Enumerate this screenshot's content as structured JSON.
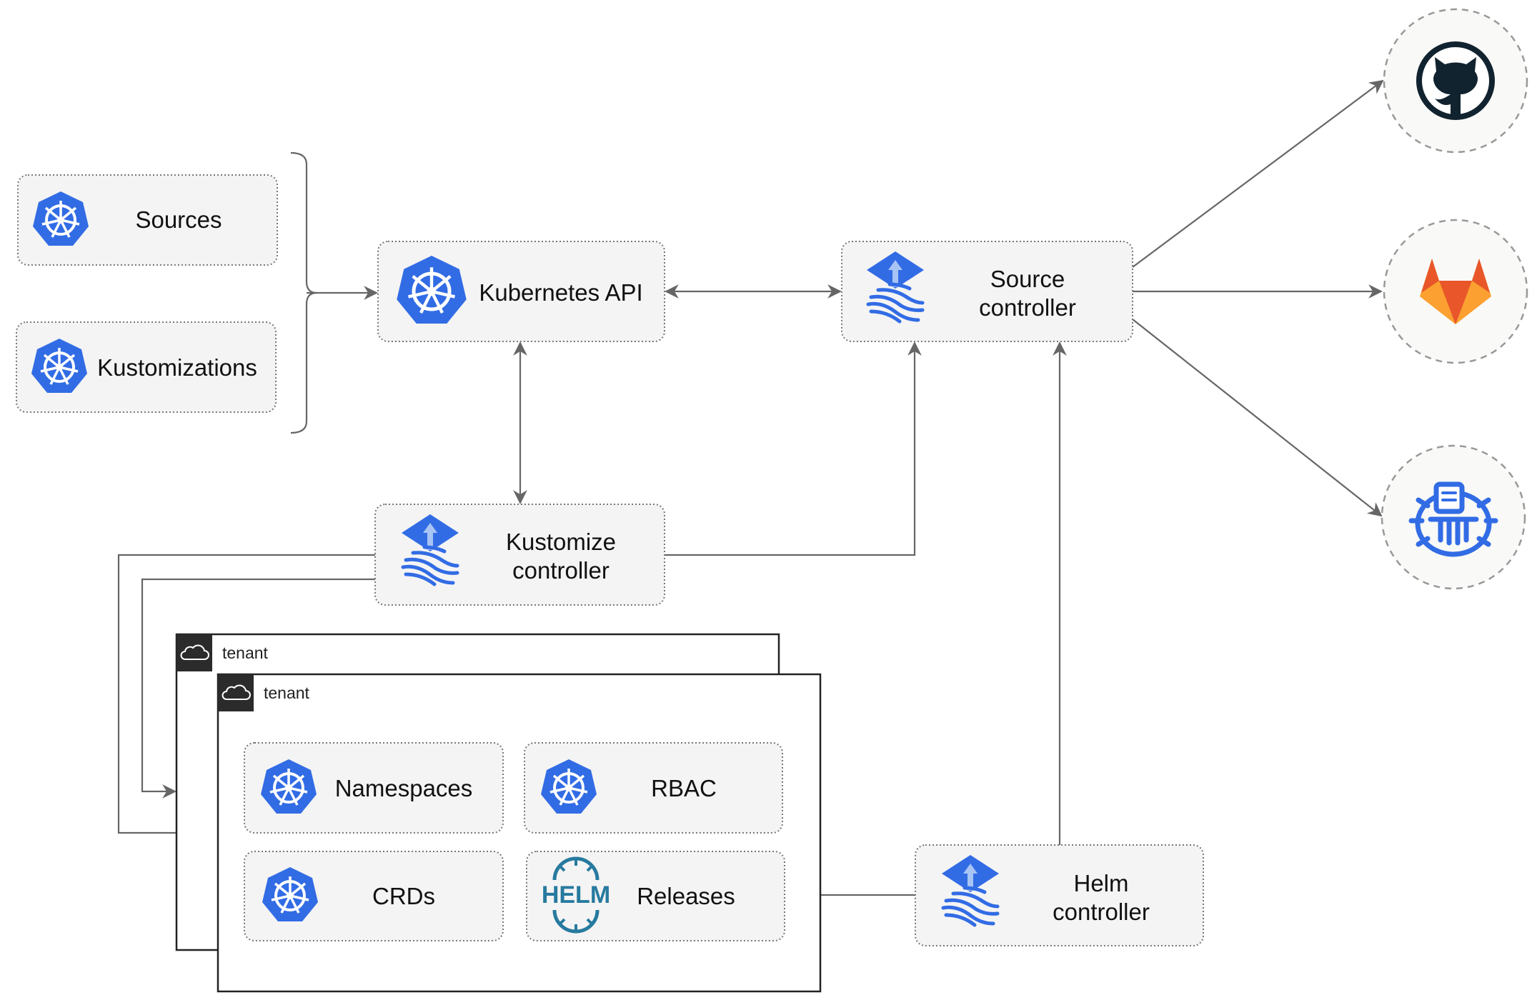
{
  "nodes": {
    "sources": "Sources",
    "kustomizations": "Kustomizations",
    "kubernetes_api": "Kubernetes API",
    "source_controller": [
      "Source",
      "controller"
    ],
    "kustomize_controller": [
      "Kustomize",
      "controller"
    ],
    "helm_controller": [
      "Helm",
      "controller"
    ],
    "namespaces": "Namespaces",
    "rbac": "RBAC",
    "crds": "CRDs",
    "releases": "Releases"
  },
  "tenants": [
    "tenant",
    "tenant"
  ],
  "icons": {
    "kubernetes": "kubernetes-icon",
    "flux": "flux-icon",
    "helm": "helm-icon",
    "github": "github-icon",
    "gitlab": "gitlab-icon",
    "bucket": "bucket-icon",
    "helm_logo_text": "HELM"
  },
  "colors": {
    "kubernetes_blue": "#326ce5",
    "helm_blue": "#277a9f",
    "github_dark": "#11232f",
    "gitlab_orange": "#e8562a",
    "gitlab_yellow": "#fba031",
    "box_fill": "#f4f4f4",
    "edge": "#666666"
  }
}
